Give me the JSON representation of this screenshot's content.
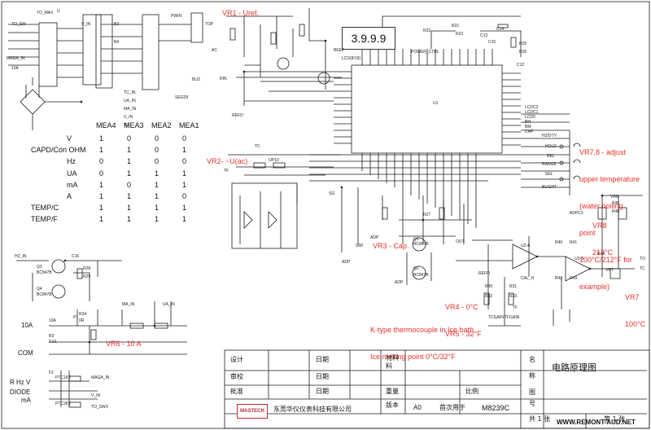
{
  "annotations": {
    "vr1": "VR1 - Uref.",
    "vr2": "VR2- ~U(ac)",
    "vr3": "VR3 - Cap.",
    "vr45": [
      "VR4 - 0°C",
      "VR5 - 32°F"
    ],
    "thermo": [
      "K-type thermocouple in Ice bath",
      "Ice melting point 0°C/32°F"
    ],
    "vr6": "VR6 - 10 A",
    "vr78": [
      "VR7,8 - adjust",
      "upper temperature",
      "(water boiling",
      "point",
      "100°C/212°F for",
      "example)"
    ],
    "vr8": [
      "VR8",
      "212°C"
    ],
    "vr7": [
      "VR7",
      "100°C"
    ]
  },
  "display_value": "3.9.9.9",
  "mode_table": {
    "headers": [
      "MEA4",
      "MEA3",
      "MEA2",
      "MEA1"
    ],
    "rows": [
      {
        "label": "V",
        "values": [
          "1",
          "0",
          "0",
          "0"
        ]
      },
      {
        "label": "CAPD/Con OHM",
        "values": [
          "1",
          "1",
          "0",
          "1"
        ]
      },
      {
        "label": "Hz",
        "values": [
          "0",
          "1",
          "0",
          "0"
        ]
      },
      {
        "label": "UA",
        "values": [
          "0",
          "1",
          "1",
          "1"
        ]
      },
      {
        "label": "mA",
        "values": [
          "1",
          "0",
          "1",
          "1"
        ]
      },
      {
        "label": "A",
        "values": [
          "1",
          "1",
          "1",
          "0"
        ]
      },
      {
        "label": "TEMP/C",
        "values": [
          "1",
          "1",
          "1",
          "1"
        ]
      },
      {
        "label": "TEMP/F",
        "values": [
          "1",
          "1",
          "1",
          "1"
        ]
      }
    ]
  },
  "terminals": {
    "t10a": "10A",
    "com": "COM",
    "r_hz_v": "R Hz V",
    "diode": "DIODE",
    "ma": "mA"
  },
  "title_block": {
    "design": "设计",
    "check": "审校",
    "approve": "批准",
    "date1": "日期",
    "date2": "日期",
    "date3": "日期",
    "material": "材料",
    "material2": "料",
    "weight": "重量",
    "scale": "比例",
    "name": "名",
    "name2": "称",
    "title": "电路原理图",
    "drawing_no": "图",
    "drawing_no2": "号",
    "version": "版本",
    "version_value": "A0",
    "first_use": "首次用于",
    "model": "M8239C",
    "company": "东莞华仪仪表科技有限公司",
    "logo": "MASTECH",
    "sheet_total": "共 1 张",
    "sheet_no": "第 1 张"
  },
  "watermark": "WWW.REMONT-AUD.NET",
  "parts": {
    "ic_u1": "U1",
    "ic_name": "LCD(8/19)",
    "power_ctrl": "POWER_CTRL",
    "beep": "BEEP",
    "opto": "OP10",
    "sw_hold": "HOLD",
    "sw_rel": "REL",
    "sw_range": "RANGE",
    "sw_sel": "SEL",
    "sw_blight": "BLIGHT",
    "sw_hzdty": "HZ/DTY",
    "lcd_caps": [
      "LCDC2",
      "LCDC1",
      "LCD0",
      "BH",
      "BM",
      "CAP"
    ],
    "top_labels": [
      "TO_SW",
      "U",
      "V_IN",
      "MAGA_IN",
      "10A",
      "TO_MAX",
      "B3",
      "B4",
      "PWIN",
      "TOP",
      "AC"
    ],
    "mid_labels": [
      "TC_IN",
      "UA_IN",
      "MA_IN",
      "V_IN",
      "TC",
      "RIN",
      "REFO",
      "SEG28",
      "TF",
      "TC",
      "SG",
      "BUZ",
      "ADP",
      "SMI",
      "ADP",
      "ADP",
      "OUT"
    ],
    "bottom_labels": [
      "HZ_IN",
      "Q3",
      "BC847B",
      "Q4",
      "BC847B",
      "MA_IN",
      "UA_IN",
      "P1",
      "10A",
      "R34",
      "0R",
      "R3",
      "0.01",
      "F2",
      "PTC1K2",
      "PTC2K2",
      "MAGA_IN",
      "V_IN",
      "TO_SWV",
      "C16",
      "R28",
      "R29"
    ],
    "right_labels": [
      "R25",
      "R26",
      "C12",
      "C13",
      "C14",
      "C15",
      "R21",
      "R22",
      "R23",
      "R27",
      "U2-A",
      "U2-B",
      "Q1",
      "Q2",
      "BC847B",
      "BC847B",
      "R30",
      "R31",
      "R32",
      "R33",
      "R40",
      "R41",
      "R42",
      "R43",
      "R44",
      "R45",
      "R46",
      "VR7",
      "VR8",
      "TC",
      "TO",
      "TF",
      "TCGAIN",
      "TFGAIN",
      "CAL_H",
      "REFO",
      "ADPC3"
    ]
  }
}
